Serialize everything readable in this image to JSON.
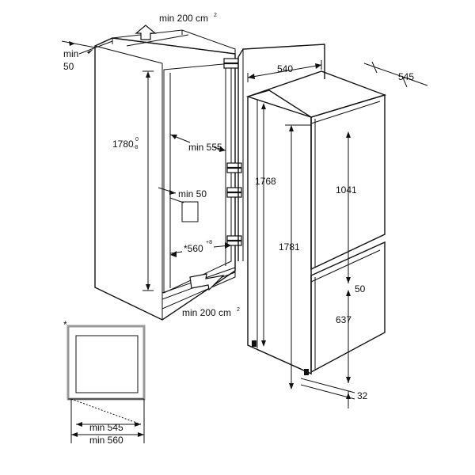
{
  "cabinet": {
    "vent_top": "min 200 cm",
    "vent_top_sup": "2",
    "rear_gap_line1": "min",
    "rear_gap_line2": "50",
    "height": "1780",
    "height_tol_upper": "0",
    "height_tol_lower": "-8",
    "depth": "min 555",
    "side_gap": "min 50",
    "width": "*560",
    "width_tol": "+8",
    "vent_bottom": "min 200 cm",
    "vent_bottom_sup": "2"
  },
  "appliance": {
    "depth": "540",
    "depth_door": "545",
    "cabinet_height": "1768",
    "total_height": "1781",
    "upper_door": "1041",
    "door_gap": "50",
    "lower_door": "637",
    "bottom": "32"
  },
  "detail": {
    "note_marker": "*",
    "depth_min": "min 545",
    "width_min": "min 560"
  }
}
